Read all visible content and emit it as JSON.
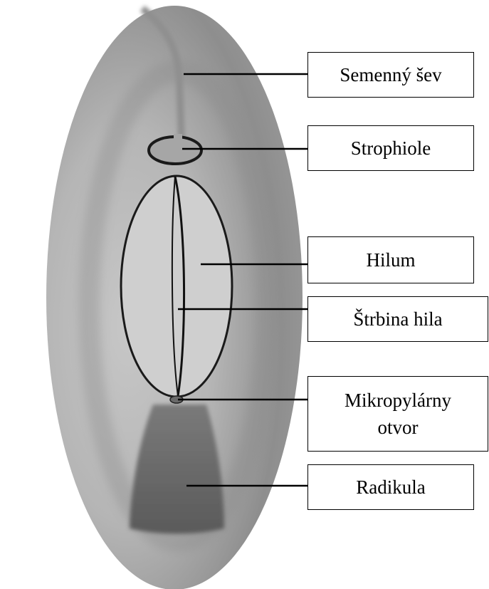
{
  "diagram": {
    "labels": {
      "seam": "Semenný šev",
      "strophiole": "Strophiole",
      "hilum": "Hilum",
      "hilum_slit": "Štrbina hila",
      "micropyle_line1": "Mikropylárny",
      "micropyle_line2": "otvor",
      "radicle": "Radikula"
    }
  }
}
